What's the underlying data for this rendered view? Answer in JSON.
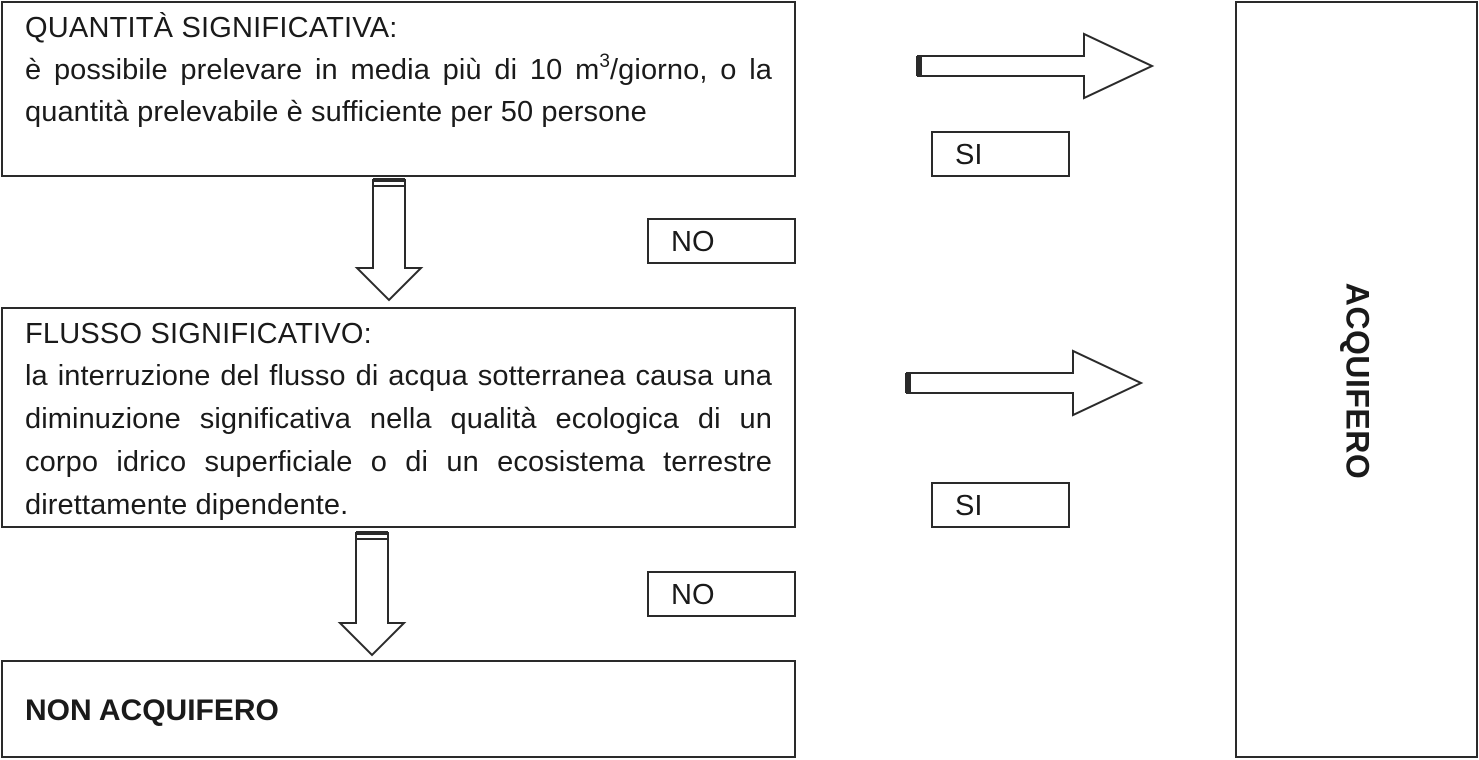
{
  "criteria": {
    "quantity": {
      "heading": "QUANTITÀ SIGNIFICATIVA:",
      "body_before_sup": "è possibile prelevare in media più di 10 m",
      "body_sup": "3",
      "body_after_sup": "/giorno, o la quantità prelevabile è sufficiente per 50 persone"
    },
    "flow": {
      "heading": "FLUSSO SIGNIFICATIVO:",
      "body": "la interruzione del flusso di acqua sotterranea causa una diminuzione significativa nella qualità ecologica di un corpo idrico superficiale o di un ecosistema terrestre direttamente dipendente."
    }
  },
  "outcomes": {
    "non_aquifer": "NON ACQUIFERO",
    "aquifer": "ACQUIFERO"
  },
  "answers": {
    "yes_1": "SI",
    "no_1": "NO",
    "yes_2": "SI",
    "no_2": "NO"
  },
  "colors": {
    "stroke": "#2a2a2a",
    "text": "#1a1a1a",
    "background": "#ffffff"
  }
}
